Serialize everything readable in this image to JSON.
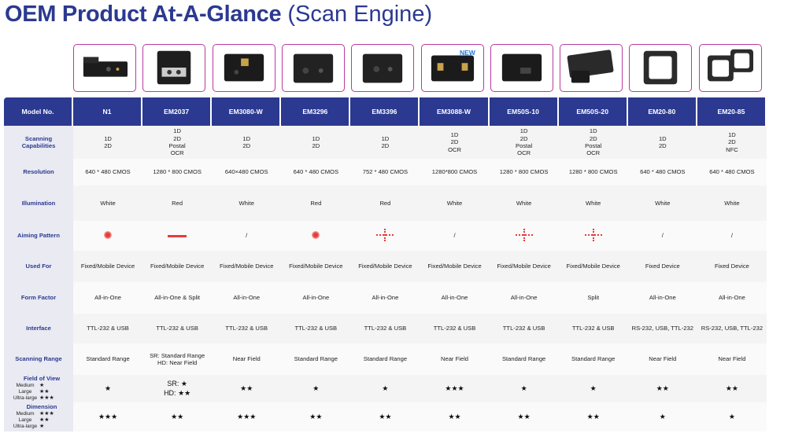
{
  "title": {
    "bold": "OEM Product At-A-Glance",
    "light": "(Scan Engine)"
  },
  "new_badge": "NEW",
  "header_label": "Model No.",
  "models": [
    "N1",
    "EM2037",
    "EM3080-W",
    "EM3296",
    "EM3396",
    "EM3088-W",
    "EM50S-10",
    "EM50S-20",
    "EM20-80",
    "EM20-85"
  ],
  "row_labels": {
    "scanning": [
      "Scanning",
      "Capabilities"
    ],
    "resolution": "Resolution",
    "illumination": "Illumination",
    "aiming": "Aiming Pattern",
    "used_for": "Used For",
    "form_factor": "Form Factor",
    "interface": "Interface",
    "range": "Scanning Range"
  },
  "scanning": [
    [
      "1D",
      "2D"
    ],
    [
      "1D",
      "2D",
      "Postal",
      "OCR"
    ],
    [
      "1D",
      "2D"
    ],
    [
      "1D",
      "2D"
    ],
    [
      "1D",
      "2D"
    ],
    [
      "1D",
      "2D",
      "OCR"
    ],
    [
      "1D",
      "2D",
      "Postal",
      "OCR"
    ],
    [
      "1D",
      "2D",
      "Postal",
      "OCR"
    ],
    [
      "1D",
      "2D"
    ],
    [
      "1D",
      "2D",
      "NFC"
    ]
  ],
  "resolution": [
    "640 * 480 CMOS",
    "1280 * 800 CMOS",
    "640×480 CMOS",
    "640 * 480 CMOS",
    "752 * 480 CMOS",
    "1280*800 CMOS",
    "1280 * 800 CMOS",
    "1280 * 800 CMOS",
    "640 * 480 CMOS",
    "640 * 480 CMOS"
  ],
  "illumination": [
    "White",
    "Red",
    "White",
    "Red",
    "Red",
    "White",
    "White",
    "White",
    "White",
    "White"
  ],
  "aiming": [
    "dot",
    "line",
    "/",
    "dot",
    "cross",
    "/",
    "cross",
    "cross",
    "/",
    "/"
  ],
  "used_for": [
    "Fixed/Mobile Device",
    "Fixed/Mobile Device",
    "Fixed/Mobile Device",
    "Fixed/Mobile Device",
    "Fixed/Mobile Device",
    "Fixed/Mobile Device",
    "Fixed/Mobile Device",
    "Fixed/Mobile Device",
    "Fixed Device",
    "Fixed Device"
  ],
  "form_factor": [
    "All-in-One",
    "All-in-One & Split",
    "All-in-One",
    "All-in-One",
    "All-in-One",
    "All-in-One",
    "All-in-One",
    "Split",
    "All-in-One",
    "All-in-One"
  ],
  "interface": [
    "TTL-232 & USB",
    "TTL-232 & USB",
    "TTL-232 & USB",
    "TTL-232 & USB",
    "TTL-232 & USB",
    "TTL-232 & USB",
    "TTL-232 & USB",
    "TTL-232 & USB",
    "RS-232, USB, TTL-232",
    "RS-232, USB, TTL-232"
  ],
  "range": [
    [
      "Standard Range"
    ],
    [
      "SR: Standard Range",
      "HD: Near Field"
    ],
    [
      "Near Field"
    ],
    [
      "Standard Range"
    ],
    [
      "Standard Range"
    ],
    [
      "Near Field"
    ],
    [
      "Standard Range"
    ],
    [
      "Standard Range"
    ],
    [
      "Near Field"
    ],
    [
      "Near Field"
    ]
  ],
  "fov_legend": {
    "title": "Field of View",
    "items": [
      {
        "name": "Medium",
        "stars": "★"
      },
      {
        "name": "Large",
        "stars": "★★"
      },
      {
        "name": "Ultra-large",
        "stars": "★★★"
      }
    ]
  },
  "fov": [
    [
      "★"
    ],
    [
      "SR: ★",
      "HD: ★★"
    ],
    [
      "★★"
    ],
    [
      "★"
    ],
    [
      "★"
    ],
    [
      "★★★"
    ],
    [
      "★"
    ],
    [
      "★"
    ],
    [
      "★★"
    ],
    [
      "★★"
    ]
  ],
  "dim_legend": {
    "title": "Dimension",
    "items": [
      {
        "name": "Medium",
        "stars": "★★★"
      },
      {
        "name": "Large",
        "stars": "★★"
      },
      {
        "name": "Ultra-large",
        "stars": "★"
      }
    ]
  },
  "dimension": [
    "★★★",
    "★★",
    "★★★",
    "★★",
    "★★",
    "★★",
    "★★",
    "★★",
    "★",
    "★"
  ],
  "colors": {
    "brand": "#2b3990",
    "accent_border": "#b83aa0",
    "aim_red": "#e73a3a",
    "new_badge": "#2a7bd3"
  }
}
